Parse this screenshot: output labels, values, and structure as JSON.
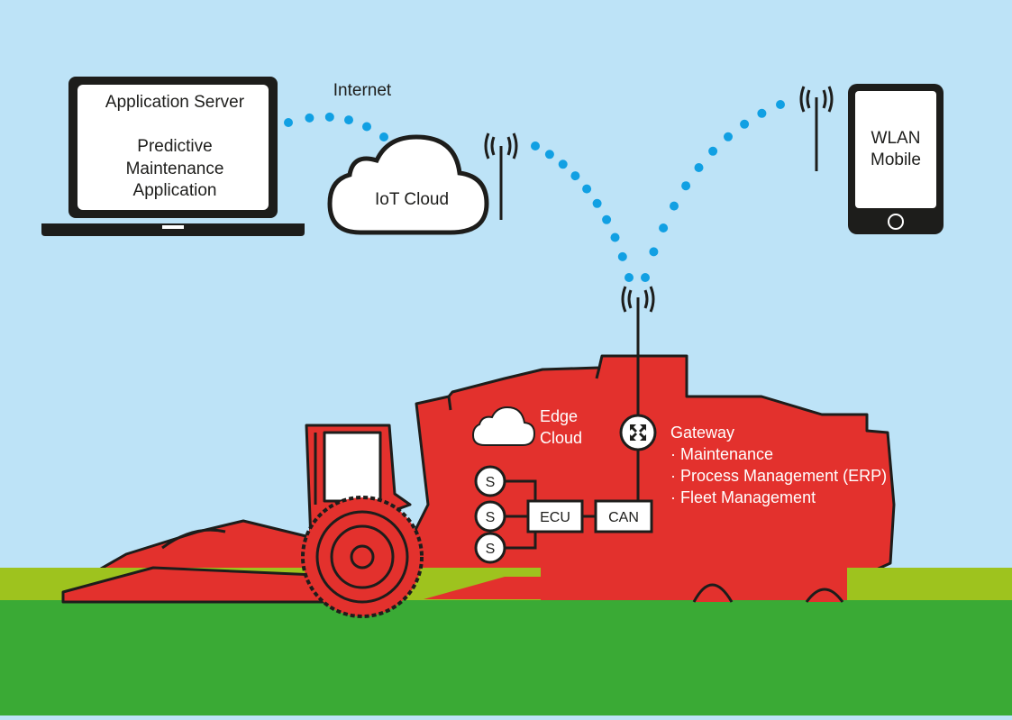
{
  "labels": {
    "server_title": "Application Server",
    "app_line1": "Predictive",
    "app_line2": "Maintenance",
    "app_line3": "Application",
    "internet": "Internet",
    "iot_cloud": "IoT Cloud",
    "wlan_line1": "WLAN",
    "wlan_line2": "Mobile",
    "edge_line1": "Edge",
    "edge_line2": "Cloud",
    "gateway": "Gateway",
    "gateway_items": [
      "· Maintenance",
      "· Process Management (ERP)",
      "· Fleet Management"
    ],
    "sensor": "S",
    "ecu": "ECU",
    "can": "CAN"
  },
  "colors": {
    "sky": "#bde3f7",
    "grass_light": "#9ec31e",
    "grass_dark": "#3aaa35",
    "machine_red": "#e3312d",
    "outline": "#1d1d1b",
    "signal_dot": "#11a0e3",
    "white": "#ffffff"
  },
  "icons": [
    "laptop-icon",
    "cloud-icon",
    "antenna-icon",
    "smartphone-icon",
    "gateway-icon",
    "sensor-icon",
    "combine-harvester-icon",
    "wheel-icon"
  ]
}
